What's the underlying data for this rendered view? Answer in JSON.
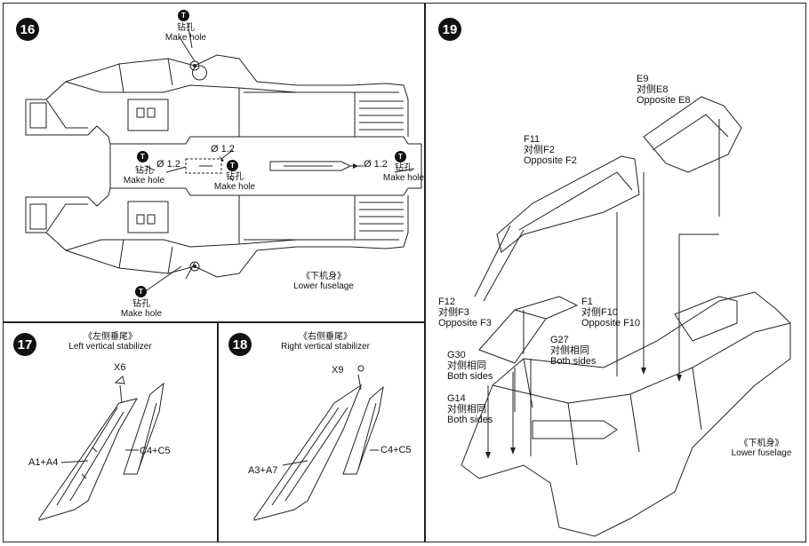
{
  "steps": {
    "s16": "16",
    "s17": "17",
    "s18": "18",
    "s19": "19"
  },
  "icons": {
    "drill": "drill-icon"
  },
  "step16": {
    "make_hole_zh": "钻孔",
    "make_hole_en": "Make hole",
    "dia_left": "Ø 1.2",
    "dia_center": "Ø 1.2",
    "dia_right": "Ø 1.2",
    "lower_fuselage_zh": "《下机身》",
    "lower_fuselage_en": "Lower fuselage"
  },
  "step17": {
    "title_zh": "《左侧垂尾》",
    "title_en": "Left vertical stabilizer",
    "part_x6": "X6",
    "part_a": "A1+A4",
    "part_c": "C4+C5"
  },
  "step18": {
    "title_zh": "《右侧垂尾》",
    "title_en": "Right vertical stabilizer",
    "part_x9": "X9",
    "part_a": "A3+A7",
    "part_c": "C4+C5"
  },
  "step19": {
    "e9": "E9",
    "e9_zh": "对侧E8",
    "e9_en": "Opposite E8",
    "f11": "F11",
    "f11_zh": "对侧F2",
    "f11_en": "Opposite F2",
    "f12": "F12",
    "f12_zh": "对侧F3",
    "f12_en": "Opposite F3",
    "f1": "F1",
    "f1_zh": "对侧F10",
    "f1_en": "Opposite F10",
    "g27": "G27",
    "g27_zh": "对侧相同",
    "g27_en": "Both sides",
    "g30": "G30",
    "g30_zh": "对侧相同",
    "g30_en": "Both sides",
    "g14": "G14",
    "g14_zh": "对侧相同",
    "g14_en": "Both sides",
    "lower_fuselage_zh": "《下机身》",
    "lower_fuselage_en": "Lower fuselage"
  }
}
